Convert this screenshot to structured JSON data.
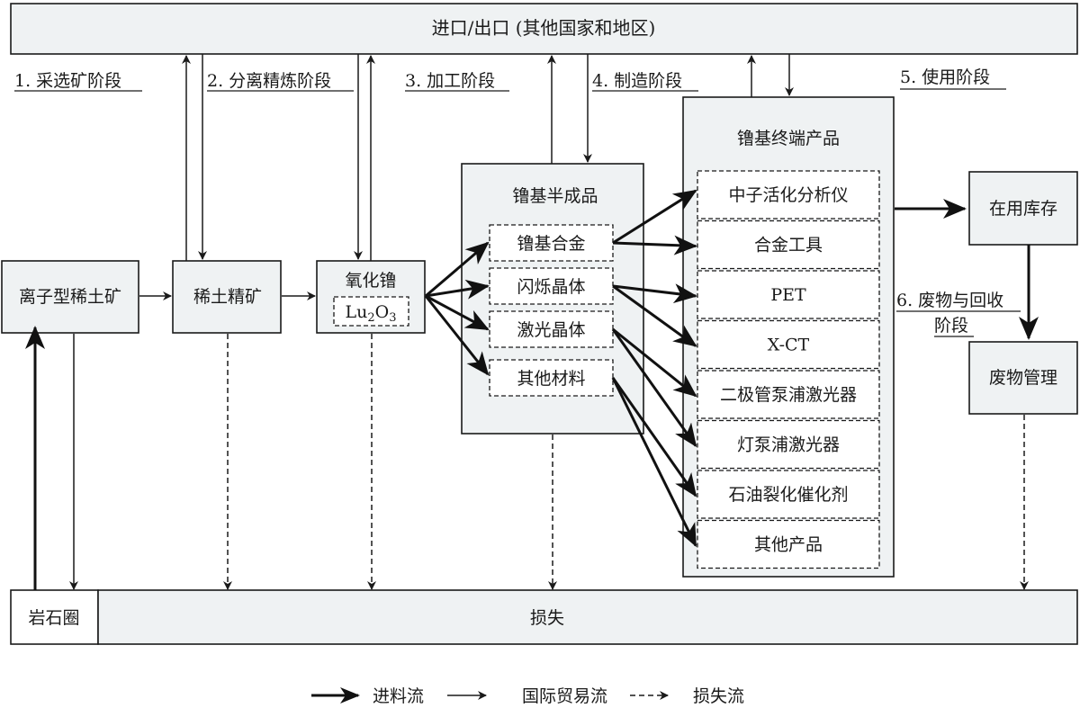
{
  "title_bar": {
    "label": "进口/出口 (其他国家和地区)"
  },
  "stages": [
    {
      "id": "s1",
      "label": "1. 采选矿阶段"
    },
    {
      "id": "s2",
      "label": "2. 分离精炼阶段"
    },
    {
      "id": "s3",
      "label": "3. 加工阶段"
    },
    {
      "id": "s4",
      "label": "4. 制造阶段"
    },
    {
      "id": "s5",
      "label": "5. 使用阶段"
    },
    {
      "id": "s6",
      "label": "6. 废物与回收",
      "label2": "阶段"
    }
  ],
  "nodes": {
    "ore": "离子型稀土矿",
    "concentrate": "稀土精矿",
    "oxide": "氧化镥",
    "oxide_formula": {
      "main": "Lu",
      "sub1": "2",
      "mid": "O",
      "sub2": "3"
    },
    "semi_title": "镥基半成品",
    "semi_items": [
      "镥基合金",
      "闪烁晶体",
      "激光晶体",
      "其他材料"
    ],
    "final_title": "镥基终端产品",
    "final_items": [
      "中子活化分析仪",
      "合金工具",
      "PET",
      "X-CT",
      "二极管泵浦激光器",
      "灯泵浦激光器",
      "石油裂化催化剂",
      "其他产品"
    ],
    "in_use": "在用库存",
    "waste": "废物管理",
    "lithosphere": "岩石圈",
    "loss": "损失"
  },
  "flows": [
    {
      "from": "semi_items.0",
      "to": [
        "final_items.0",
        "final_items.1"
      ]
    },
    {
      "from": "semi_items.1",
      "to": [
        "final_items.2",
        "final_items.3"
      ]
    },
    {
      "from": "semi_items.2",
      "to": [
        "final_items.4",
        "final_items.5"
      ]
    },
    {
      "from": "semi_items.3",
      "to": [
        "final_items.6",
        "final_items.7"
      ]
    }
  ],
  "legend": [
    {
      "type": "feed",
      "label": "进料流"
    },
    {
      "type": "trade",
      "label": "国际贸易流"
    },
    {
      "type": "loss",
      "label": "损失流"
    }
  ]
}
